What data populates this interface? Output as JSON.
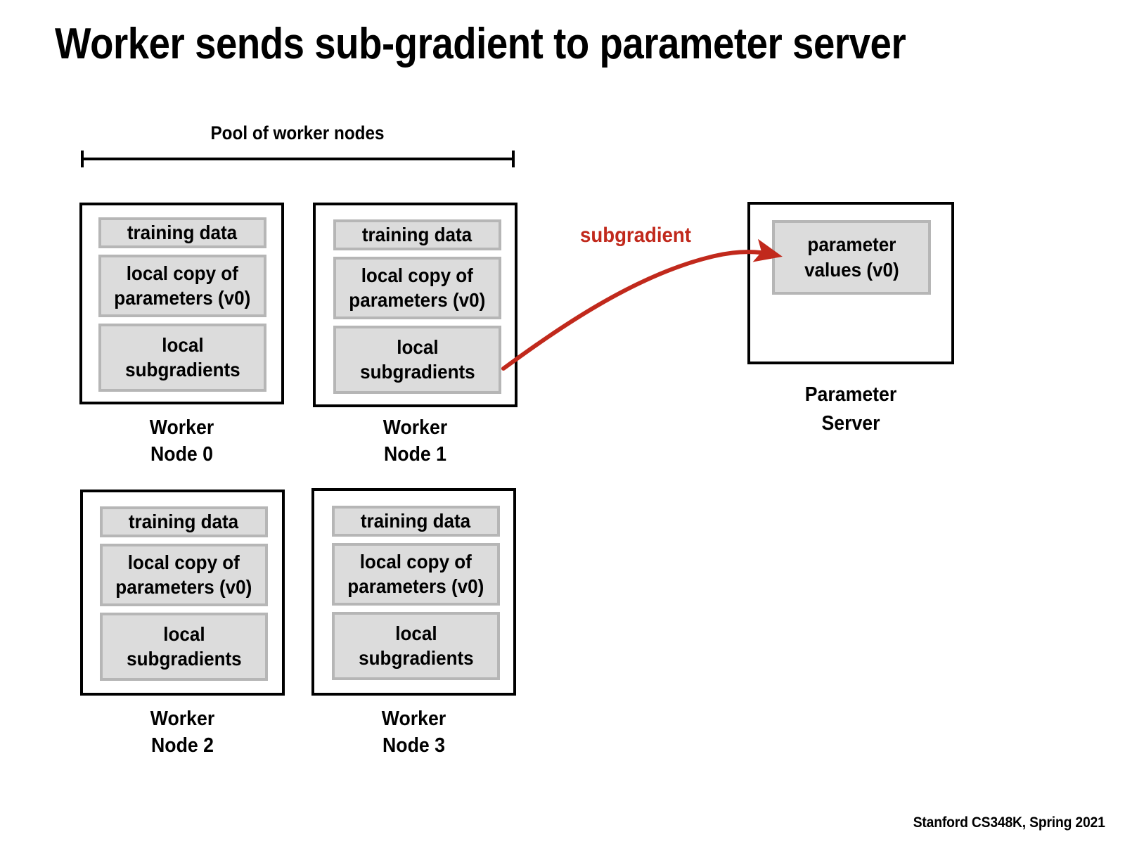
{
  "slide": {
    "title": "Worker sends sub-gradient to parameter server",
    "footer": "Stanford CS348K, Spring 2021"
  },
  "colors": {
    "accent_red": "#c1291c",
    "box_border": "#000000",
    "inner_fill": "#dcdcdc",
    "inner_border": "#b6b6b6",
    "background": "#ffffff"
  },
  "pool": {
    "label": "Pool of worker nodes",
    "bracket": "dimension-bracket"
  },
  "worker_nodes": [
    {
      "id": "node0",
      "caption": "Worker\nNode 0",
      "rows": [
        "training data",
        "local copy of\nparameters (v0)",
        "local\nsubgradients"
      ]
    },
    {
      "id": "node1",
      "caption": "Worker\nNode 1",
      "rows": [
        "training data",
        "local copy of\nparameters (v0)",
        "local\nsubgradients"
      ]
    },
    {
      "id": "node2",
      "caption": "Worker\nNode 2",
      "rows": [
        "training data",
        "local copy of\nparameters (v0)",
        "local\nsubgradients"
      ]
    },
    {
      "id": "node3",
      "caption": "Worker\nNode 3",
      "rows": [
        "training data",
        "local copy of\nparameters (v0)",
        "local\nsubgradients"
      ]
    }
  ],
  "parameter_server": {
    "caption": "Parameter\nServer",
    "inner_label": "parameter\nvalues (v0)"
  },
  "arrow": {
    "label": "subgradient",
    "from": "node1-local-subgradients",
    "to": "parameter-values",
    "color": "#c1291c"
  }
}
